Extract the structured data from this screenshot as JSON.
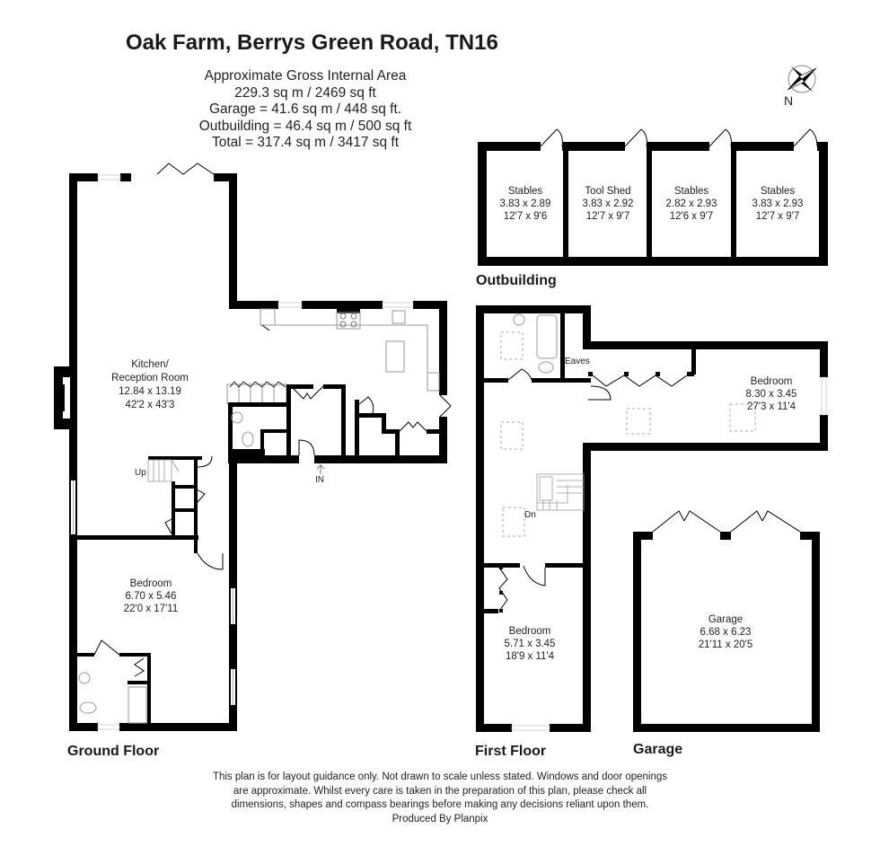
{
  "header": {
    "title": "Oak Farm, Berrys Green Road, TN16",
    "area_heading": "Approximate Gross Internal Area",
    "main_area": "229.3 sq m / 2469 sq ft",
    "garage_area": "Garage = 41.6 sq m / 448 sq ft.",
    "outbuilding_area": "Outbuilding =  46.4 sq m / 500 sq ft",
    "total_area": "Total = 317.4 sq m / 3417 sq ft"
  },
  "compass": {
    "label": "N",
    "icon": "compass-rose-icon"
  },
  "sections": {
    "ground_floor": "Ground Floor",
    "first_floor": "First Floor",
    "garage": "Garage",
    "outbuilding": "Outbuilding"
  },
  "ground_floor": {
    "rooms": [
      {
        "name": "Kitchen/",
        "name2": "Reception Room",
        "metric": "12.84 x 13.19",
        "imperial": "42'2 x 43'3"
      },
      {
        "name": "Bedroom",
        "metric": "6.70 x 5.46",
        "imperial": "22'0 x 17'11"
      }
    ],
    "labels": {
      "stairs_up": "Up",
      "entrance": "IN"
    }
  },
  "first_floor": {
    "rooms": [
      {
        "name": "Bedroom",
        "metric": "8.30 x 3.45",
        "imperial": "27'3 x 11'4"
      },
      {
        "name": "Bedroom",
        "metric": "5.71 x 3.45",
        "imperial": "18'9 x 11'4"
      }
    ],
    "labels": {
      "eaves": "Eaves",
      "stairs_down": "Dn"
    }
  },
  "garage": {
    "rooms": [
      {
        "name": "Garage",
        "metric": "6.68 x 6.23",
        "imperial": "21'11 x 20'5"
      }
    ]
  },
  "outbuilding": {
    "rooms": [
      {
        "name": "Stables",
        "metric": "3.83 x 2.89",
        "imperial": "12'7 x 9'6"
      },
      {
        "name": "Tool Shed",
        "metric": "3.83 x 2.92",
        "imperial": "12'7 x 9'7"
      },
      {
        "name": "Stables",
        "metric": "2.82 x 2.93",
        "imperial": "12'6 x 9'7"
      },
      {
        "name": "Stables",
        "metric": "3.83 x 2.93",
        "imperial": "12'7 x 9'7"
      }
    ]
  },
  "footer": {
    "line1": "This plan is for layout guidance only. Not drawn to scale unless stated. Windows and door openings",
    "line2": "are approximate. Whilst every care is taken in the preparation of this plan, please check all",
    "line3": "dimensions, shapes and compass bearings before making any decisions reliant upon them.",
    "line4": "Produced By Planpix"
  },
  "colors": {
    "wall": "#000000",
    "fixture": "#999999",
    "text": "#222222",
    "background": "#ffffff"
  }
}
